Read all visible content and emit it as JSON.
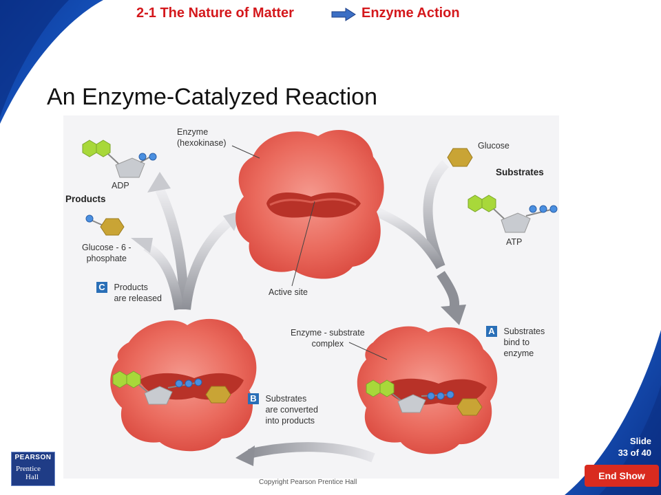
{
  "header": {
    "section": "2-1 The Nature of Matter",
    "topic": "Enzyme Action"
  },
  "title": "An Enzyme-Catalyzed Reaction",
  "diagram": {
    "enzyme_label": [
      "Enzyme",
      "(hexokinase)"
    ],
    "active_site": "Active site",
    "glucose": "Glucose",
    "substrates": "Substrates",
    "atp": "ATP",
    "adp": "ADP",
    "products": "Products",
    "glucose6p": [
      "Glucose - 6 -",
      "phosphate"
    ],
    "complex": [
      "Enzyme - substrate",
      "complex"
    ],
    "step_a": {
      "badge": "A",
      "text": [
        "Substrates",
        "bind to",
        "enzyme"
      ]
    },
    "step_b": {
      "badge": "B",
      "text": [
        "Substrates",
        "are converted",
        "into products"
      ]
    },
    "step_c": {
      "badge": "C",
      "text": [
        "Products",
        "are released"
      ]
    }
  },
  "footer": {
    "slide_word": "Slide",
    "slide_count": "33 of 40",
    "end_show": "End Show",
    "copyright": "Copyright Pearson Prentice Hall",
    "publisher_top": "PEARSON",
    "publisher_bottom": [
      "Prentice",
      "Hall"
    ]
  },
  "colors": {
    "enzyme": "#e8584e",
    "enzyme_light": "#f28b7e",
    "hexose_green": "#a8d83a",
    "glucose_gold": "#c9a435",
    "pentose_gray": "#c8cbd0",
    "phosphate_blue": "#4a8fe0",
    "header_red": "#d4181c",
    "badge_blue": "#2a6fb7",
    "end_show_red": "#d92b1f"
  }
}
